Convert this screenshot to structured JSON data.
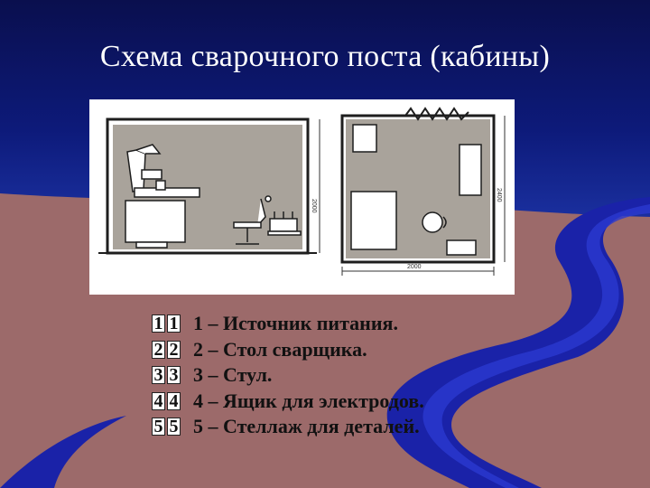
{
  "slide": {
    "title": "Схема сварочного поста (кабины)"
  },
  "figure": {
    "dim_height_left": "2000",
    "dim_height_right": "2400",
    "dim_width_bottom": "2000"
  },
  "legend": {
    "items": [
      {
        "num": "1",
        "text": "1 – Источник питания."
      },
      {
        "num": "2",
        "text": "2 – Стол сварщика."
      },
      {
        "num": "3",
        "text": "3 – Стул."
      },
      {
        "num": "4",
        "text": "4 – Ящик для электродов."
      },
      {
        "num": "5",
        "text": "5 – Стеллаж для деталей."
      }
    ]
  }
}
